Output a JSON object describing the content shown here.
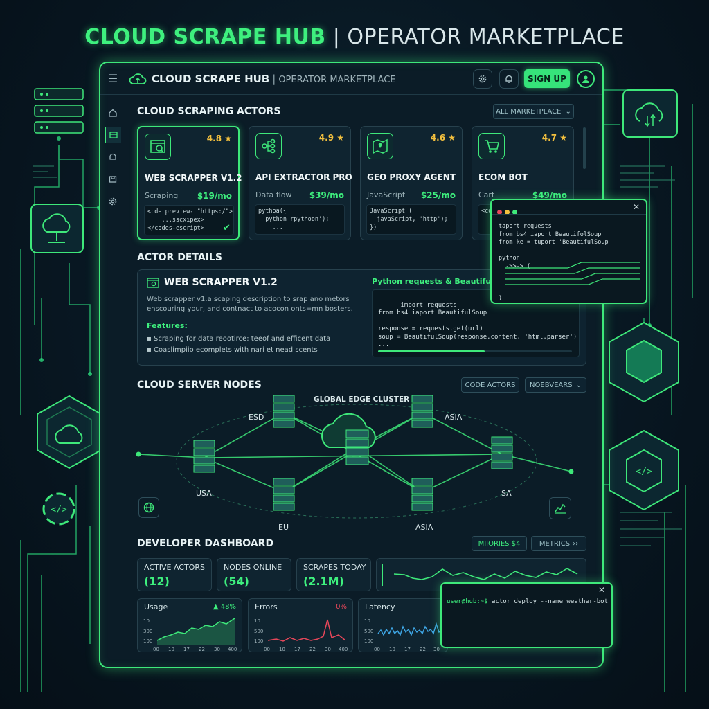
{
  "poster_title": {
    "main": "CLOUD SCRAPE HUB",
    "sep": "|",
    "sub": "OPERATOR MARKETPLACE"
  },
  "app": {
    "title": "CLOUD SCRAPE HUB",
    "sep": "|",
    "subtitle": "OPERATOR MARKETPLACE",
    "signup_label": "SIGN UP"
  },
  "actors_section": {
    "title": "CLOUD SCRAPING ACTORS",
    "filter_label": "ALL MARKETPLACE",
    "cards": [
      {
        "name": "WEB SCRAPPER V1.2",
        "rating": "4.8",
        "category": "Scraping",
        "price": "$19/mo",
        "icon": "web-scraper-icon",
        "code": "<cde preview- \"https:/\">\n    ...sscxipex>\n</codes-escript>"
      },
      {
        "name": "API EXTRACTOR PRO",
        "rating": "4.9",
        "category": "Data flow",
        "price": "$39/mo",
        "icon": "flow-icon",
        "code": "pythoa({\n  python rpythoon');\n    ..."
      },
      {
        "name": "GEO PROXY AGENT",
        "rating": "4.6",
        "category": "JavaScript",
        "price": "$25/mo",
        "icon": "map-icon",
        "code": "JavaScript (\n  javaScript, 'http');\n})"
      },
      {
        "name": "ECOM BOT",
        "rating": "4.7",
        "category": "Cart",
        "price": "$49/mo",
        "icon": "cart-icon",
        "code": "<co\n  ...\n"
      }
    ]
  },
  "details_section": {
    "title": "ACTOR DETAILS",
    "name": "WEB SCRAPPER V1.2",
    "description": "Web scrapper v1.a scaping description to srap ano metors enscouring your, and contnact to acocon onts=mn bosters.",
    "features_label": "Features:",
    "features": [
      "Scraping for data reootirce: teeof and efficent data",
      "Coaslimpiio ecomplets with nari et nead scents"
    ],
    "code_label": "Python requests & BeautifulSoup",
    "code": "import requests\nfrom bs4 iaport BeautifulSoup\n\nresponse = requests.get(url)\nsoup = BeautifulSoup(response.content, 'html.parser')\n..."
  },
  "nodes_section": {
    "title": "CLOUD SERVER NODES",
    "btn_code_actors": "CODE ACTORS",
    "btn_nodes": "NOEBVEARS",
    "cluster_label": "GLOBAL EDGE CLUSTER",
    "nodes": [
      "ESD",
      "ASIA",
      "USA",
      "SA",
      "EU",
      "ASIA"
    ]
  },
  "dashboard": {
    "title": "DEVELOPER DASHBOARD",
    "btn_memories": "MIIORIES $4",
    "btn_metrics": "METRICS",
    "stats": [
      {
        "label": "ACTIVE ACTORS",
        "value": "(12)"
      },
      {
        "label": "NODES ONLINE",
        "value": "(54)"
      },
      {
        "label": "SCRAPES TODAY",
        "value": "(2.1M)"
      }
    ],
    "charts": [
      {
        "label": "Usage",
        "delta": "▲ 48%",
        "yticks": [
          "10",
          "300",
          "100"
        ],
        "xticks": [
          "00",
          "10",
          "17",
          "22",
          "30",
          "400"
        ]
      },
      {
        "label": "Errors",
        "delta": "0%",
        "yticks": [
          "10",
          "500",
          "100"
        ],
        "xticks": [
          "00",
          "10",
          "17",
          "22",
          "30",
          "400"
        ]
      },
      {
        "label": "Latency",
        "delta": "",
        "yticks": [
          "10",
          "500",
          "100"
        ],
        "xticks": [
          "00",
          "10",
          "17",
          "22",
          "30"
        ]
      }
    ]
  },
  "popup_code": {
    "code": "taport requests\nfrom bs4 iaport BeautifolSoup\nfrom ke = tuport 'BeautifulSoup\n\npython\n  ->>-> (\n\n\n\n)"
  },
  "terminal": {
    "prompt": "user@hub:~$",
    "command": "actor deploy --name weather-bot"
  },
  "colors": {
    "accent": "#3ee87a",
    "background": "#081722",
    "star": "#f3c03e",
    "error": "#e8475a",
    "latency": "#3fa8e8"
  }
}
